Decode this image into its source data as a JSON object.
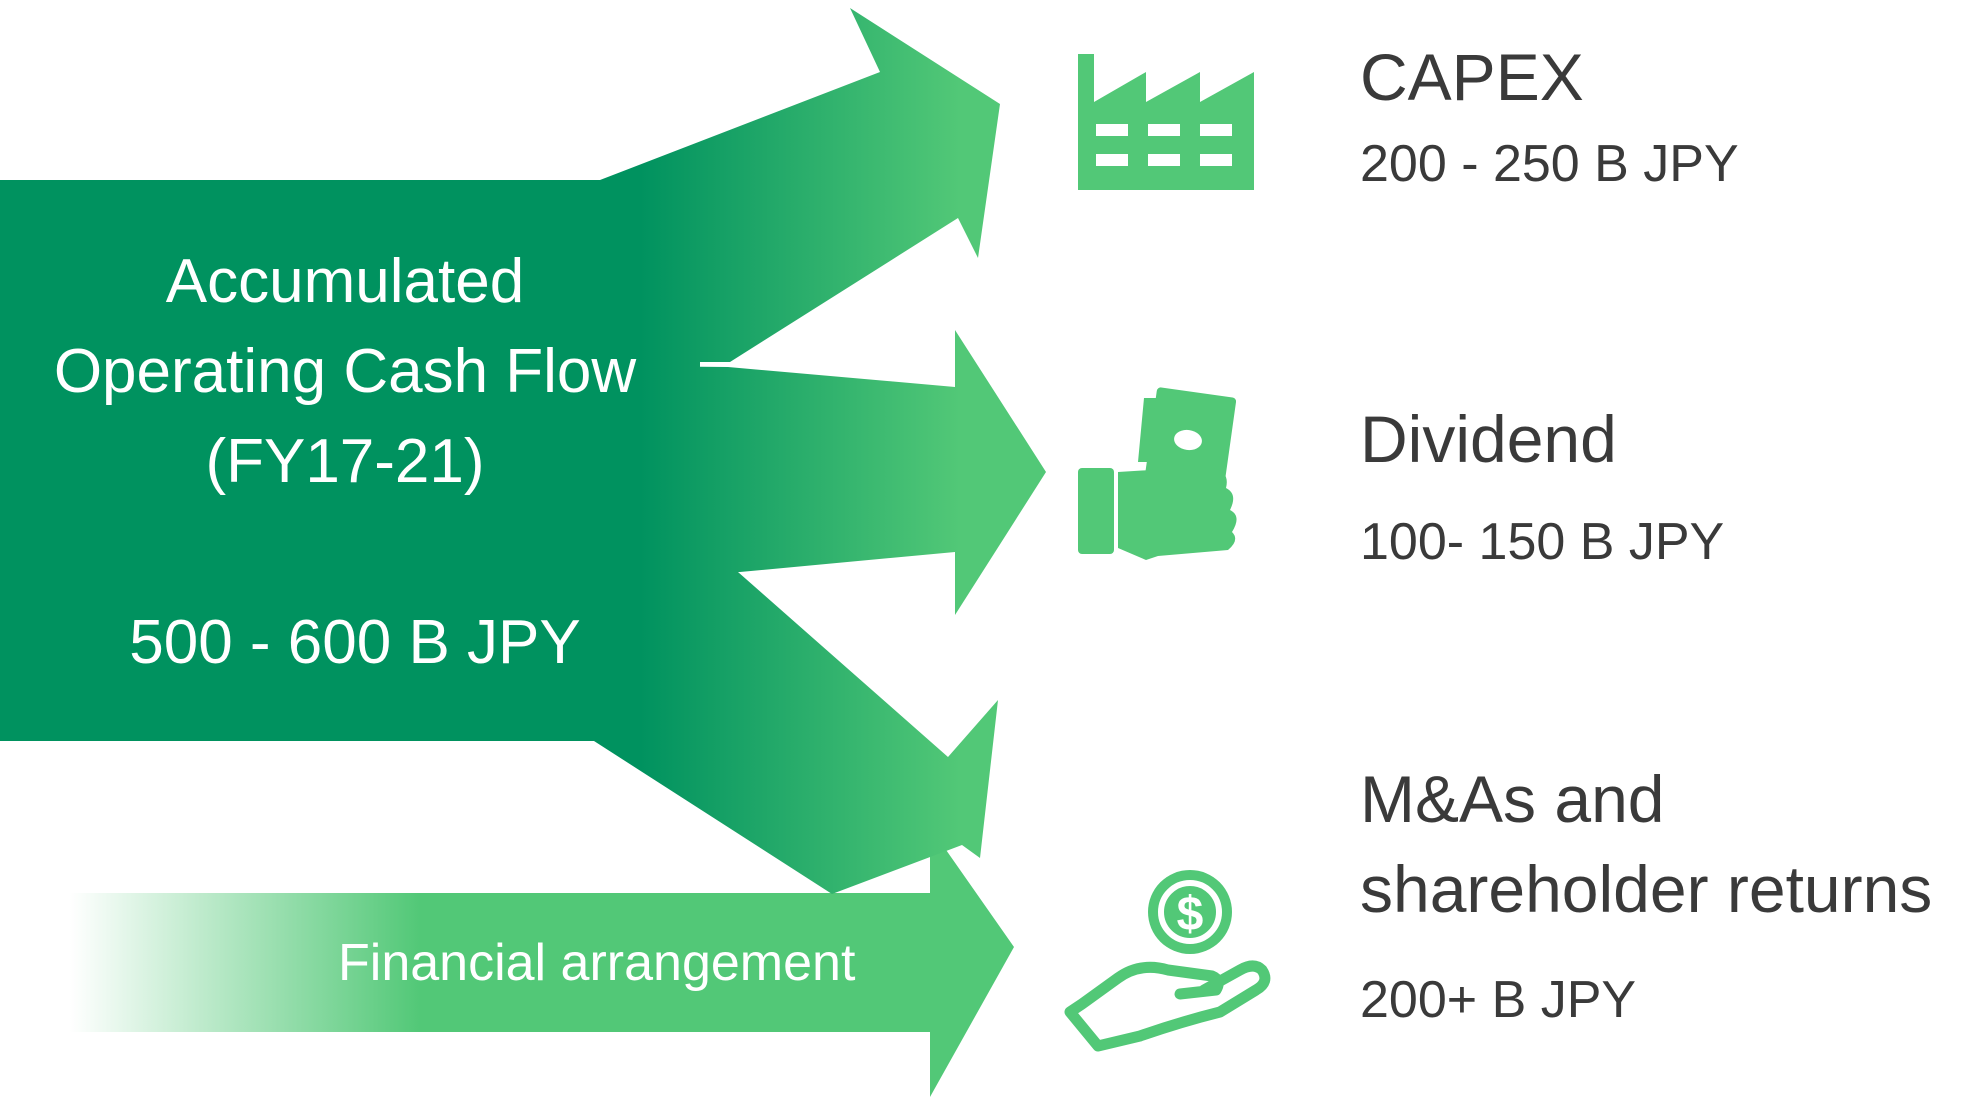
{
  "source": {
    "lines": [
      "Accumulated",
      "Operating Cash Flow",
      "(FY17-21)"
    ],
    "value": "500 - 600 B JPY"
  },
  "financial_arrangement": {
    "label": "Financial arrangement"
  },
  "destinations": [
    {
      "icon": "factory-icon",
      "title_lines": [
        "CAPEX"
      ],
      "value": "200 - 250 B JPY"
    },
    {
      "icon": "hand-holding-cash-icon",
      "title_lines": [
        "Dividend"
      ],
      "value": "100- 150 B JPY"
    },
    {
      "icon": "hand-with-dollar-coin-icon",
      "title_lines": [
        "M&As and",
        "shareholder returns"
      ],
      "value": "200+ B JPY"
    }
  ],
  "colors": {
    "dark_green": "#00925f",
    "light_green": "#52c877",
    "text_gray": "#3a3a3a",
    "white": "#ffffff"
  }
}
